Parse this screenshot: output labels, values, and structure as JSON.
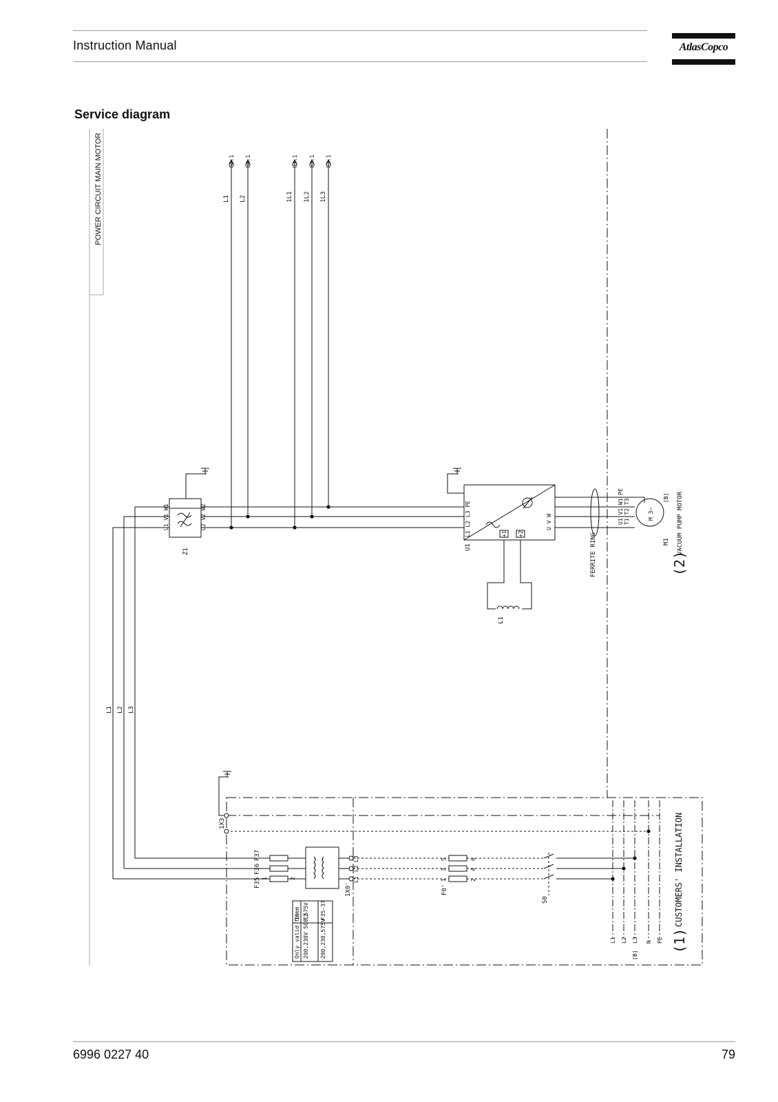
{
  "header": {
    "title": "Instruction Manual",
    "logo_text": "AtlasCopco"
  },
  "section_title": "Service diagram",
  "diagram": {
    "sheet_label": "POWER CIRCUIT MAIN MOTOR",
    "outputs": [
      {
        "line": "L1",
        "ref": "04.1"
      },
      {
        "line": "L2",
        "ref": "04.1"
      },
      {
        "line": "1L1",
        "ref": "03.1"
      },
      {
        "line": "1L2",
        "ref": "03.1"
      },
      {
        "line": "1L3",
        "ref": "03.1"
      }
    ],
    "filter": {
      "id": "Z1",
      "in_terminals": "U1 V1 W1",
      "out_terminals": "U2 V2 W2"
    },
    "drive": {
      "id": "U1",
      "in_terminals": "L1 L2 L3 PE",
      "out_terminals": "U V W",
      "dc_terminals": [
        "+1",
        "+2"
      ]
    },
    "choke": {
      "id": "L1"
    },
    "ferrite": "FERRITE RING",
    "motor": {
      "id": "M1",
      "terminals": "U1 V1 W1 PE",
      "terminals2": "T1 T2 T3",
      "symbol": "M 3~",
      "option": "[B]",
      "number": "(2)",
      "description": "VACUUM PUMP MOTOR"
    },
    "feed_lines": [
      "L1",
      "L2",
      "L3"
    ],
    "terminal_strip_earth": "1X3",
    "fuses": {
      "ids": [
        "F35",
        "F36",
        "F37"
      ],
      "top": "2",
      "bottom": "1"
    },
    "terminal_strip": "1X0'",
    "terminal_labels": [
      "L1",
      "L2",
      "L3"
    ],
    "main_fuse": {
      "id": "F0'",
      "pins_top": [
        "5",
        "3",
        "1"
      ],
      "pins_bottom": [
        "6",
        "4",
        "2"
      ]
    },
    "switch": "S0",
    "customer_lines": [
      "L1",
      "L2",
      "L3",
      "N",
      "PE"
    ],
    "customer_option": "[B]",
    "customer_number": "(1)",
    "customer_label": "CUSTOMERS' INSTALLATION",
    "table": {
      "headers": [
        "Item",
        "Only valid for"
      ],
      "rows": [
        [
          "T2",
          "200,230V 500,575V"
        ],
        [
          "F35-37",
          "200,230,575V"
        ]
      ]
    }
  },
  "footer": {
    "doc_number": "6996 0227 40",
    "page_number": "79"
  }
}
